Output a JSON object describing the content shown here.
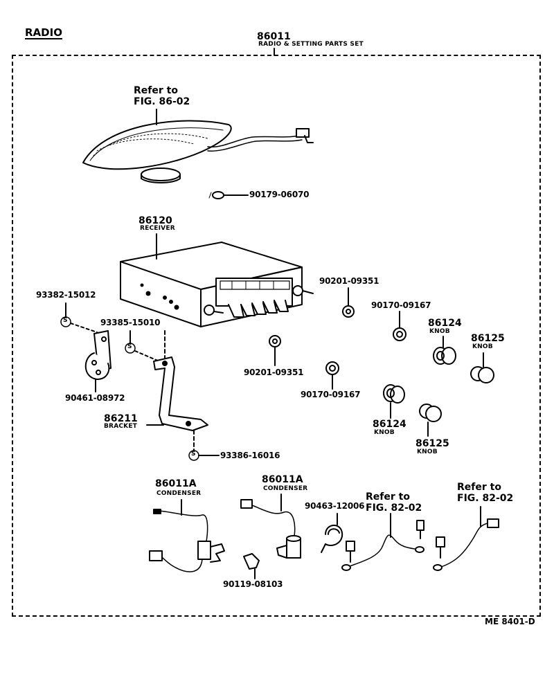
{
  "title": "RADIO",
  "set": {
    "part_no": "86011",
    "name": "RADIO & SETTING PARTS SET"
  },
  "speaker": {
    "ref_line1": "Refer to",
    "ref_line2": "FIG. 86-02",
    "nut_part_no": "90179-06070"
  },
  "receiver": {
    "part_no": "86120",
    "name": "RECEIVER"
  },
  "fasteners": {
    "screw_a": "93382-15012",
    "screw_b": "93385-15010",
    "clip": "90461-08972",
    "nut_upper": "90201-09351",
    "nut_lower": "90201-09351",
    "spacer_upper": "90170-09167",
    "spacer_lower": "90170-09167",
    "screw_c": "93386-16016"
  },
  "knobs": [
    {
      "part_no": "86124",
      "name": "KNOB"
    },
    {
      "part_no": "86125",
      "name": "KNOB"
    },
    {
      "part_no": "86124",
      "name": "KNOB"
    },
    {
      "part_no": "86125",
      "name": "KNOB"
    }
  ],
  "bracket": {
    "part_no": "86211",
    "name": "BRACKET"
  },
  "condensers": [
    {
      "part_no": "86011A",
      "name": "CONDENSER"
    },
    {
      "part_no": "86011A",
      "name": "CONDENSER"
    }
  ],
  "clamp_part_no": "90463-12006",
  "screw_d": "90119-08103",
  "refs": [
    {
      "line1": "Refer to",
      "line2": "FIG. 82-02"
    },
    {
      "line1": "Refer to",
      "line2": "FIG. 82-02"
    }
  ],
  "screw_symbol": "S",
  "figure_code": "ME  8401-D"
}
